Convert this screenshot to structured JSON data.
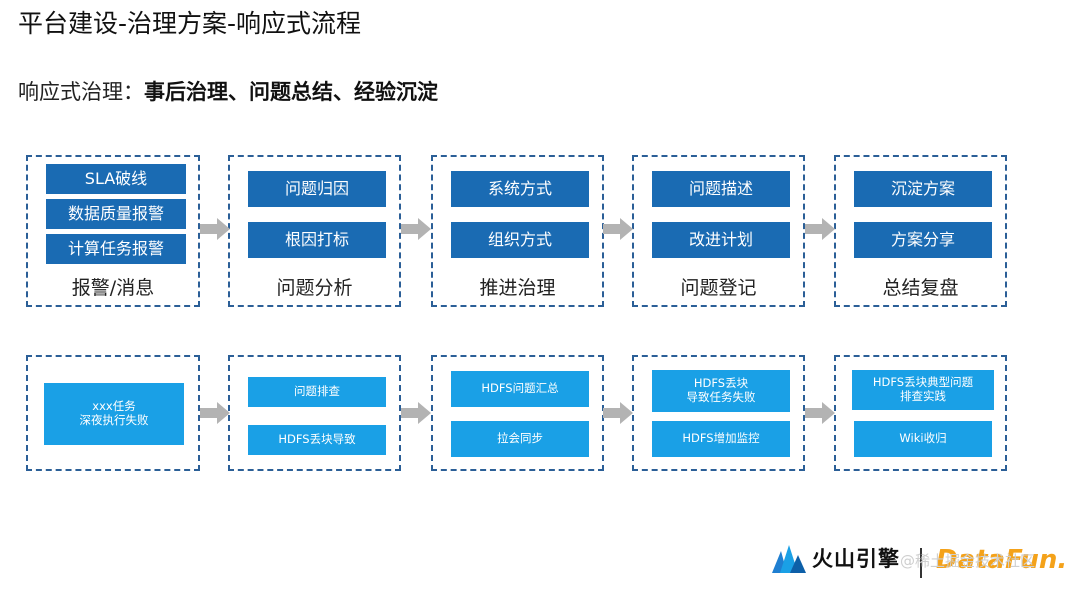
{
  "title": "平台建设-治理方案-响应式流程",
  "subtitle": {
    "prefix": "响应式治理：",
    "bold": "事后治理、问题总结、经验沉淀"
  },
  "row1": [
    {
      "items": [
        "SLA破线",
        "数据质量报警",
        "计算任务报警"
      ],
      "label": "报警/消息"
    },
    {
      "items": [
        "问题归因",
        "根因打标"
      ],
      "label": "问题分析"
    },
    {
      "items": [
        "系统方式",
        "组织方式"
      ],
      "label": "推进治理"
    },
    {
      "items": [
        "问题描述",
        "改进计划"
      ],
      "label": "问题登记"
    },
    {
      "items": [
        "沉淀方案",
        "方案分享"
      ],
      "label": "总结复盘"
    }
  ],
  "row2": [
    {
      "items": [
        "xxx任务\n深夜执行失败"
      ]
    },
    {
      "items": [
        "问题排查",
        "HDFS丢块导致"
      ]
    },
    {
      "items": [
        "HDFS问题汇总",
        "拉会同步"
      ]
    },
    {
      "items": [
        "HDFS丢块\n导致任务失败",
        "HDFS增加监控"
      ]
    },
    {
      "items": [
        "HDFS丢块典型问题\n排查实践",
        "Wiki收归"
      ]
    }
  ],
  "footer": {
    "logo_text": "火山引擎",
    "watermark": "@稀土掘金技术社区",
    "brand": "DataFun."
  },
  "colors": {
    "button": "#1aa0e6",
    "button_dark": "#1a6bb3",
    "dashed_border": "#2b5f97",
    "arrow": "#b3b3b3",
    "brand": "#f4a21a"
  }
}
